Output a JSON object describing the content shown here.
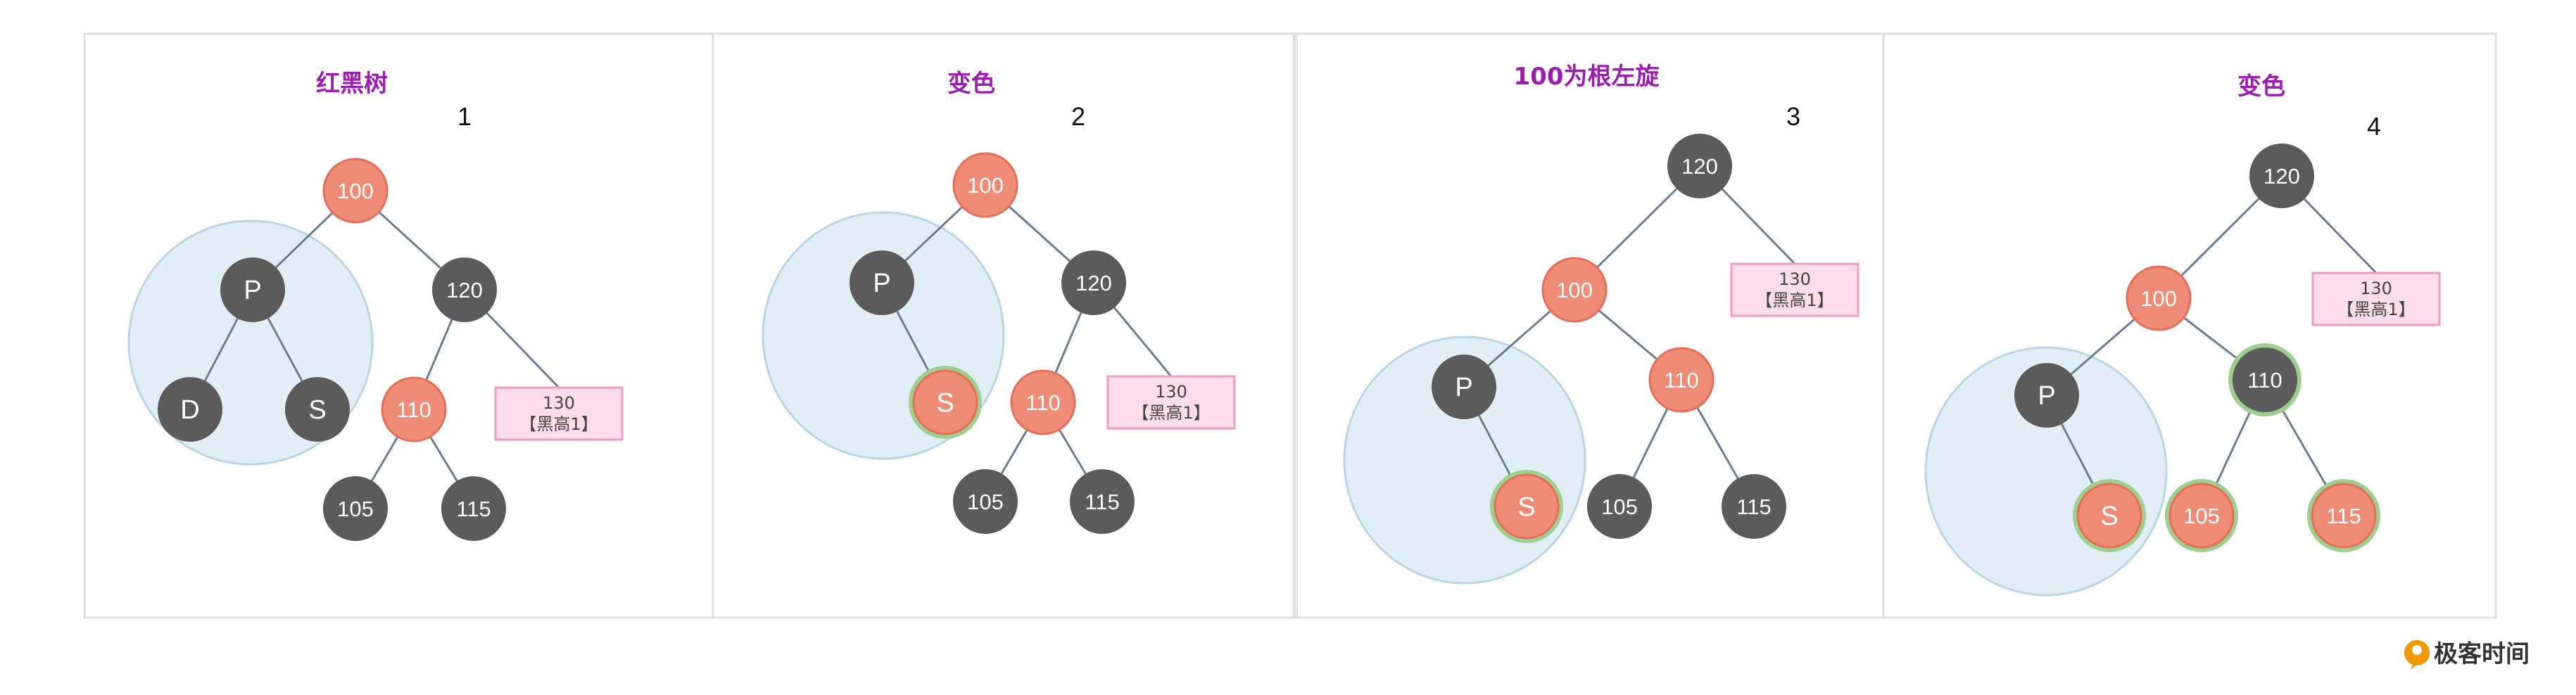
{
  "colors": {
    "red_node": "#ee8c77",
    "red_node_stroke": "#e46f58",
    "black_node": "#5b5b5b",
    "edge": "#6e7e8e",
    "title": "#9a1fb0",
    "highlight_ring": "#9ecf91",
    "shade_fill": "#e2eef5",
    "shade_stroke": "#b8d6e4",
    "box_fill": "#fbdde9",
    "box_stroke": "#ef9cc0",
    "frame": "#dde0e3",
    "brand_orange": "#f39800"
  },
  "panels": [
    {
      "title": "红黑树",
      "step": "1",
      "nodes": [
        {
          "label": "100",
          "color": "red"
        },
        {
          "label": "P",
          "color": "black"
        },
        {
          "label": "120",
          "color": "black"
        },
        {
          "label": "D",
          "color": "black"
        },
        {
          "label": "S",
          "color": "black"
        },
        {
          "label": "110",
          "color": "red"
        },
        {
          "label": "105",
          "color": "black"
        },
        {
          "label": "115",
          "color": "black"
        }
      ],
      "box": {
        "line1": "130",
        "line2": "【黑高1】"
      }
    },
    {
      "title": "变色",
      "step": "2",
      "nodes": [
        {
          "label": "100",
          "color": "red"
        },
        {
          "label": "P",
          "color": "black"
        },
        {
          "label": "120",
          "color": "black"
        },
        {
          "label": "S",
          "color": "red",
          "ring": true
        },
        {
          "label": "110",
          "color": "red"
        },
        {
          "label": "105",
          "color": "black"
        },
        {
          "label": "115",
          "color": "black"
        }
      ],
      "box": {
        "line1": "130",
        "line2": "【黑高1】"
      }
    },
    {
      "title": "100为根左旋",
      "step": "3",
      "nodes": [
        {
          "label": "120",
          "color": "black"
        },
        {
          "label": "100",
          "color": "red"
        },
        {
          "label": "P",
          "color": "black"
        },
        {
          "label": "110",
          "color": "red"
        },
        {
          "label": "S",
          "color": "red",
          "ring": true
        },
        {
          "label": "105",
          "color": "black"
        },
        {
          "label": "115",
          "color": "black"
        }
      ],
      "box": {
        "line1": "130",
        "line2": "【黑高1】"
      }
    },
    {
      "title": "变色",
      "step": "4",
      "nodes": [
        {
          "label": "120",
          "color": "black"
        },
        {
          "label": "100",
          "color": "red"
        },
        {
          "label": "P",
          "color": "black"
        },
        {
          "label": "110",
          "color": "black",
          "ring": true
        },
        {
          "label": "S",
          "color": "red",
          "ring": true
        },
        {
          "label": "105",
          "color": "red",
          "ring": true
        },
        {
          "label": "115",
          "color": "red",
          "ring": true
        }
      ],
      "box": {
        "line1": "130",
        "line2": "【黑高1】"
      }
    }
  ],
  "brand": {
    "name": "极客时间",
    "icon": "geektime-logo-icon"
  }
}
